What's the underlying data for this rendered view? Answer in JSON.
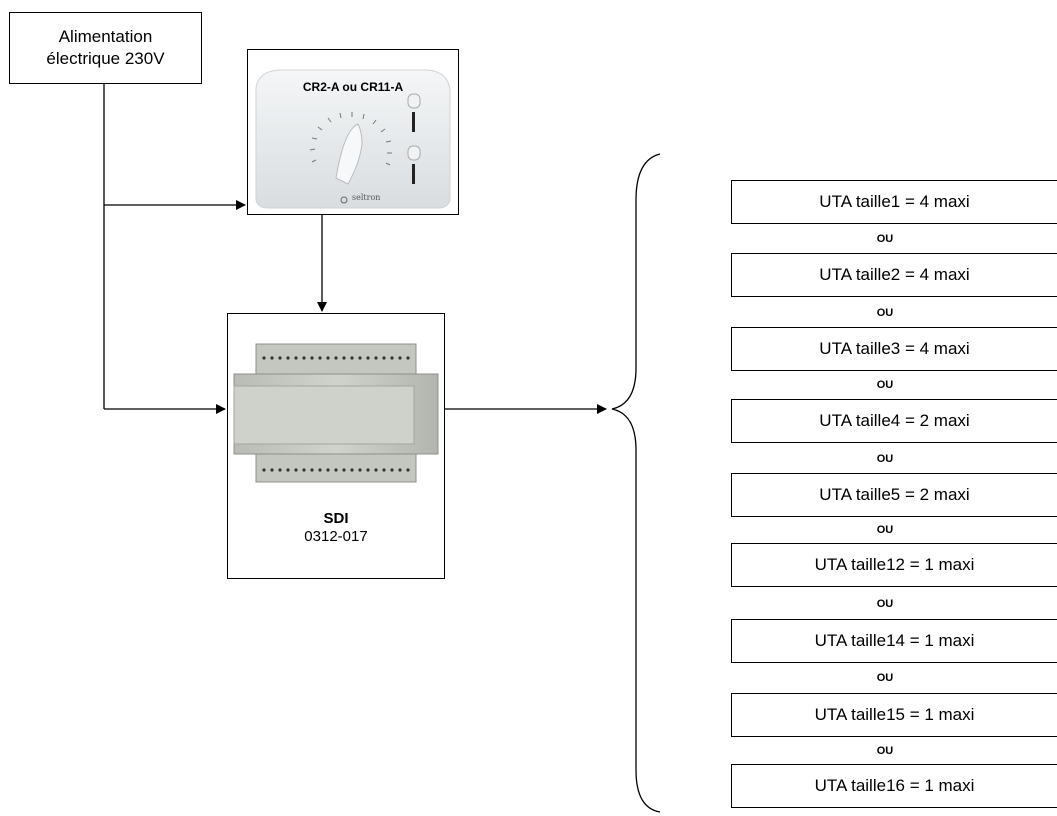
{
  "power_supply": {
    "line1": "Alimentation",
    "line2": "électrique 230V"
  },
  "thermostat": {
    "label": "CR2-A ou CR11-A",
    "brand": "seltron"
  },
  "sdi_module": {
    "name": "SDI",
    "reference": "0312-017"
  },
  "uta_options": [
    {
      "label": "UTA taille1 =  4 maxi"
    },
    {
      "label": "UTA taille2 =  4 maxi"
    },
    {
      "label": "UTA taille3 =  4 maxi"
    },
    {
      "label": "UTA taille4 =  2 maxi"
    },
    {
      "label": "UTA taille5 =  2 maxi"
    },
    {
      "label": "UTA taille12 = 1 maxi"
    },
    {
      "label": "UTA taille14 = 1 maxi"
    },
    {
      "label": "UTA taille15 = 1 maxi"
    },
    {
      "label": "UTA taille16 = 1 maxi"
    }
  ],
  "separator_label": "OU",
  "colors": {
    "line": "#000000",
    "thermostat_body": "#e9ecee",
    "module_body": "#c9ccc6"
  }
}
